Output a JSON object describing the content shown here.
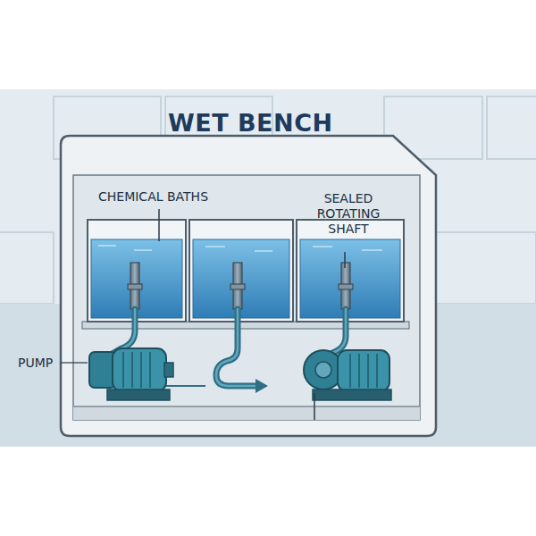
{
  "diagram": {
    "title": "WET BENCH",
    "labels": [
      "CHEMICAL BATHS",
      "SEALED ROTATING SHAFT",
      "PUMP"
    ]
  }
}
